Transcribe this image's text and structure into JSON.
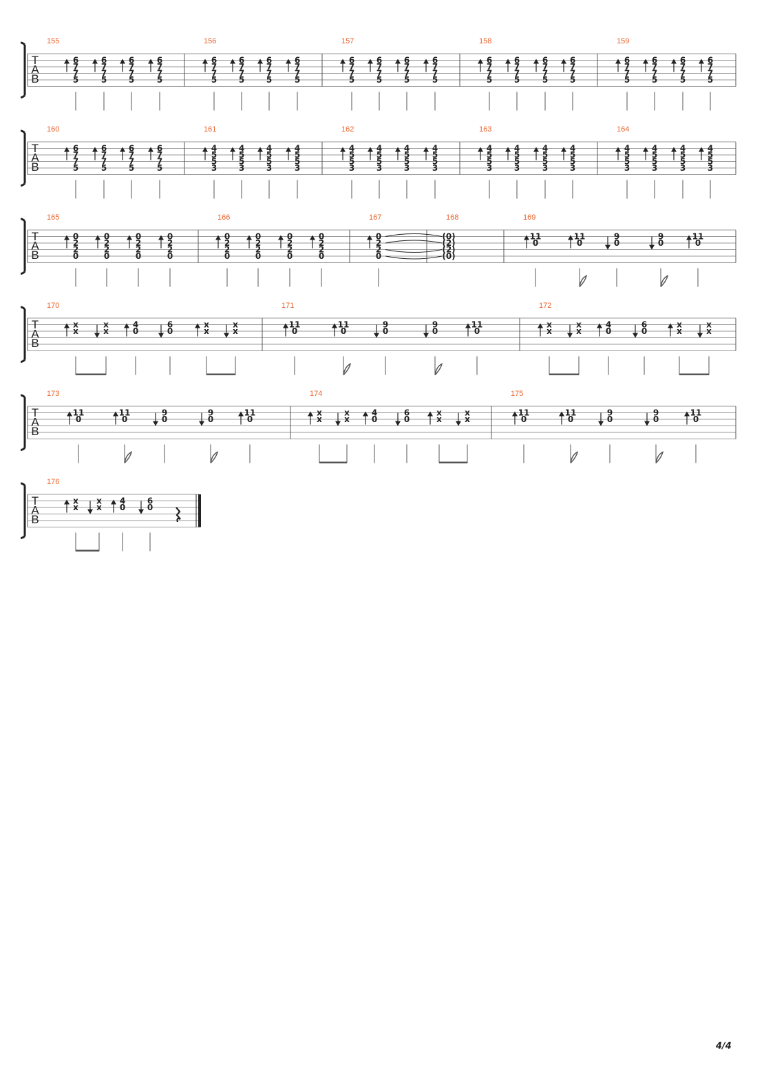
{
  "page": {
    "number": "4/4"
  },
  "tab_letters": [
    "T",
    "A",
    "B"
  ],
  "colors": {
    "measure_number": "#e8622a",
    "staff_line": "#9a9a9a",
    "ink": "#222222"
  },
  "systems": [
    {
      "measures": [
        {
          "number": "155",
          "notes": [
            {
              "frets": [
                "6",
                "7",
                "7",
                "5"
              ],
              "stroke": "up"
            },
            {
              "frets": [
                "6",
                "7",
                "7",
                "5"
              ],
              "stroke": "up"
            },
            {
              "frets": [
                "6",
                "7",
                "7",
                "5"
              ],
              "stroke": "up"
            },
            {
              "frets": [
                "6",
                "7",
                "7",
                "5"
              ],
              "stroke": "up"
            }
          ]
        },
        {
          "number": "156",
          "notes": [
            {
              "frets": [
                "6",
                "7",
                "7",
                "5"
              ],
              "stroke": "up"
            },
            {
              "frets": [
                "6",
                "7",
                "7",
                "5"
              ],
              "stroke": "up"
            },
            {
              "frets": [
                "6",
                "7",
                "7",
                "5"
              ],
              "stroke": "up"
            },
            {
              "frets": [
                "6",
                "7",
                "7",
                "5"
              ],
              "stroke": "up"
            }
          ]
        },
        {
          "number": "157",
          "notes": [
            {
              "frets": [
                "6",
                "7",
                "7",
                "5"
              ],
              "stroke": "up"
            },
            {
              "frets": [
                "6",
                "7",
                "7",
                "5"
              ],
              "stroke": "up"
            },
            {
              "frets": [
                "6",
                "7",
                "7",
                "5"
              ],
              "stroke": "up"
            },
            {
              "frets": [
                "6",
                "7",
                "7",
                "5"
              ],
              "stroke": "up"
            }
          ]
        },
        {
          "number": "158",
          "notes": [
            {
              "frets": [
                "6",
                "7",
                "7",
                "5"
              ],
              "stroke": "up"
            },
            {
              "frets": [
                "6",
                "7",
                "7",
                "5"
              ],
              "stroke": "up"
            },
            {
              "frets": [
                "6",
                "7",
                "7",
                "5"
              ],
              "stroke": "up"
            },
            {
              "frets": [
                "6",
                "7",
                "7",
                "5"
              ],
              "stroke": "up"
            }
          ]
        },
        {
          "number": "159",
          "notes": [
            {
              "frets": [
                "6",
                "7",
                "7",
                "5"
              ],
              "stroke": "up"
            },
            {
              "frets": [
                "6",
                "7",
                "7",
                "5"
              ],
              "stroke": "up"
            },
            {
              "frets": [
                "6",
                "7",
                "7",
                "5"
              ],
              "stroke": "up"
            },
            {
              "frets": [
                "6",
                "7",
                "7",
                "5"
              ],
              "stroke": "up"
            }
          ]
        }
      ]
    },
    {
      "measures": [
        {
          "number": "160",
          "notes": [
            {
              "frets": [
                "6",
                "7",
                "7",
                "5"
              ],
              "stroke": "up"
            },
            {
              "frets": [
                "6",
                "7",
                "7",
                "5"
              ],
              "stroke": "up"
            },
            {
              "frets": [
                "6",
                "7",
                "7",
                "5"
              ],
              "stroke": "up"
            },
            {
              "frets": [
                "6",
                "7",
                "7",
                "5"
              ],
              "stroke": "up"
            }
          ]
        },
        {
          "number": "161",
          "notes": [
            {
              "frets": [
                "4",
                "5",
                "5",
                "3"
              ],
              "stroke": "up"
            },
            {
              "frets": [
                "4",
                "5",
                "5",
                "3"
              ],
              "stroke": "up"
            },
            {
              "frets": [
                "4",
                "5",
                "5",
                "3"
              ],
              "stroke": "up"
            },
            {
              "frets": [
                "4",
                "5",
                "5",
                "3"
              ],
              "stroke": "up"
            }
          ]
        },
        {
          "number": "162",
          "notes": [
            {
              "frets": [
                "4",
                "5",
                "5",
                "3"
              ],
              "stroke": "up"
            },
            {
              "frets": [
                "4",
                "5",
                "5",
                "3"
              ],
              "stroke": "up"
            },
            {
              "frets": [
                "4",
                "5",
                "5",
                "3"
              ],
              "stroke": "up"
            },
            {
              "frets": [
                "4",
                "5",
                "5",
                "3"
              ],
              "stroke": "up"
            }
          ]
        },
        {
          "number": "163",
          "notes": [
            {
              "frets": [
                "4",
                "5",
                "5",
                "3"
              ],
              "stroke": "up"
            },
            {
              "frets": [
                "4",
                "5",
                "5",
                "3"
              ],
              "stroke": "up"
            },
            {
              "frets": [
                "4",
                "5",
                "5",
                "3"
              ],
              "stroke": "up"
            },
            {
              "frets": [
                "4",
                "5",
                "5",
                "3"
              ],
              "stroke": "up"
            }
          ]
        },
        {
          "number": "164",
          "notes": [
            {
              "frets": [
                "4",
                "5",
                "5",
                "3"
              ],
              "stroke": "up"
            },
            {
              "frets": [
                "4",
                "5",
                "5",
                "3"
              ],
              "stroke": "up"
            },
            {
              "frets": [
                "4",
                "5",
                "5",
                "3"
              ],
              "stroke": "up"
            },
            {
              "frets": [
                "4",
                "5",
                "5",
                "3"
              ],
              "stroke": "up"
            }
          ]
        }
      ]
    },
    {
      "measures": [
        {
          "number": "165",
          "notes": [
            {
              "frets": [
                "0",
                "2",
                "2",
                "0"
              ],
              "stroke": "up"
            },
            {
              "frets": [
                "0",
                "2",
                "2",
                "0"
              ],
              "stroke": "up"
            },
            {
              "frets": [
                "0",
                "2",
                "2",
                "0"
              ],
              "stroke": "up"
            },
            {
              "frets": [
                "0",
                "2",
                "2",
                "0"
              ],
              "stroke": "up"
            }
          ]
        },
        {
          "number": "166",
          "notes": [
            {
              "frets": [
                "0",
                "2",
                "2",
                "0"
              ],
              "stroke": "up"
            },
            {
              "frets": [
                "0",
                "2",
                "2",
                "0"
              ],
              "stroke": "up"
            },
            {
              "frets": [
                "0",
                "2",
                "2",
                "0"
              ],
              "stroke": "up"
            },
            {
              "frets": [
                "0",
                "2",
                "2",
                "0"
              ],
              "stroke": "up"
            }
          ]
        },
        {
          "number": "167",
          "notes": [
            {
              "frets": [
                "0",
                "2",
                "2",
                "0"
              ],
              "stroke": "up",
              "tie": true
            }
          ]
        },
        {
          "number": "168",
          "notes": [
            {
              "frets": [
                "(0)",
                "(2)",
                "(2)",
                "(0)"
              ],
              "stroke": "none",
              "stem": "none"
            }
          ]
        },
        {
          "number": "169",
          "notes": [
            {
              "frets": [
                "11",
                "0"
              ],
              "stroke": "up"
            },
            {
              "frets": [
                "11",
                "0"
              ],
              "stroke": "up",
              "flag": true
            },
            {
              "frets": [
                "9",
                "0"
              ],
              "stroke": "down"
            },
            {
              "frets": [
                "9",
                "0"
              ],
              "stroke": "down",
              "flag": true
            },
            {
              "frets": [
                "11",
                "0"
              ],
              "stroke": "up"
            }
          ]
        }
      ]
    },
    {
      "measures": [
        {
          "number": "170",
          "notes": [
            {
              "frets": [
                "x",
                "x"
              ],
              "stroke": "up",
              "beam": "start"
            },
            {
              "frets": [
                "x",
                "x"
              ],
              "stroke": "down",
              "beam": "end"
            },
            {
              "frets": [
                "4",
                "0"
              ],
              "stroke": "up"
            },
            {
              "frets": [
                "6",
                "0"
              ],
              "stroke": "down"
            },
            {
              "frets": [
                "x",
                "x"
              ],
              "stroke": "up",
              "beam": "start"
            },
            {
              "frets": [
                "x",
                "x"
              ],
              "stroke": "down",
              "beam": "end"
            }
          ]
        },
        {
          "number": "171",
          "notes": [
            {
              "frets": [
                "11",
                "0"
              ],
              "stroke": "up"
            },
            {
              "frets": [
                "11",
                "0"
              ],
              "stroke": "up",
              "flag": true
            },
            {
              "frets": [
                "9",
                "0"
              ],
              "stroke": "down"
            },
            {
              "frets": [
                "9",
                "0"
              ],
              "stroke": "down",
              "flag": true
            },
            {
              "frets": [
                "11",
                "0"
              ],
              "stroke": "up"
            }
          ]
        },
        {
          "number": "172",
          "notes": [
            {
              "frets": [
                "x",
                "x"
              ],
              "stroke": "up",
              "beam": "start"
            },
            {
              "frets": [
                "x",
                "x"
              ],
              "stroke": "down",
              "beam": "end"
            },
            {
              "frets": [
                "4",
                "0"
              ],
              "stroke": "up"
            },
            {
              "frets": [
                "6",
                "0"
              ],
              "stroke": "down"
            },
            {
              "frets": [
                "x",
                "x"
              ],
              "stroke": "up",
              "beam": "start"
            },
            {
              "frets": [
                "x",
                "x"
              ],
              "stroke": "down",
              "beam": "end"
            }
          ]
        }
      ]
    },
    {
      "measures": [
        {
          "number": "173",
          "notes": [
            {
              "frets": [
                "11",
                "0"
              ],
              "stroke": "up"
            },
            {
              "frets": [
                "11",
                "0"
              ],
              "stroke": "up",
              "flag": true
            },
            {
              "frets": [
                "9",
                "0"
              ],
              "stroke": "down"
            },
            {
              "frets": [
                "9",
                "0"
              ],
              "stroke": "down",
              "flag": true
            },
            {
              "frets": [
                "11",
                "0"
              ],
              "stroke": "up"
            }
          ]
        },
        {
          "number": "174",
          "notes": [
            {
              "frets": [
                "x",
                "x"
              ],
              "stroke": "up",
              "beam": "start"
            },
            {
              "frets": [
                "x",
                "x"
              ],
              "stroke": "down",
              "beam": "end"
            },
            {
              "frets": [
                "4",
                "0"
              ],
              "stroke": "up"
            },
            {
              "frets": [
                "6",
                "0"
              ],
              "stroke": "down"
            },
            {
              "frets": [
                "x",
                "x"
              ],
              "stroke": "up",
              "beam": "start"
            },
            {
              "frets": [
                "x",
                "x"
              ],
              "stroke": "down",
              "beam": "end"
            }
          ]
        },
        {
          "number": "175",
          "notes": [
            {
              "frets": [
                "11",
                "0"
              ],
              "stroke": "up"
            },
            {
              "frets": [
                "11",
                "0"
              ],
              "stroke": "up",
              "flag": true
            },
            {
              "frets": [
                "9",
                "0"
              ],
              "stroke": "down"
            },
            {
              "frets": [
                "9",
                "0"
              ],
              "stroke": "down",
              "flag": true
            },
            {
              "frets": [
                "11",
                "0"
              ],
              "stroke": "up"
            }
          ]
        }
      ]
    },
    {
      "measures": [
        {
          "number": "176",
          "final": true,
          "rest": true,
          "notes": [
            {
              "frets": [
                "x",
                "x"
              ],
              "stroke": "up",
              "beam": "start"
            },
            {
              "frets": [
                "x",
                "x"
              ],
              "stroke": "down",
              "beam": "end"
            },
            {
              "frets": [
                "4",
                "0"
              ],
              "stroke": "up"
            },
            {
              "frets": [
                "6",
                "0"
              ],
              "stroke": "down"
            }
          ]
        }
      ]
    }
  ]
}
